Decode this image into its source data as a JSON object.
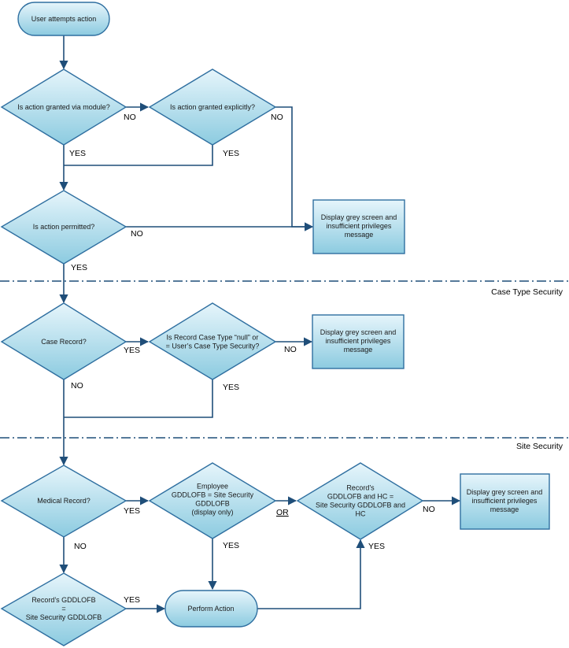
{
  "sections": {
    "case_type": "Case Type Security",
    "site": "Site Security"
  },
  "nodes": {
    "start": [
      "User attempts action"
    ],
    "granted_module": [
      "Is action granted via module?"
    ],
    "granted_explicit": [
      "Is action granted explicitly?"
    ],
    "permitted": [
      "Is action permitted?"
    ],
    "deny1": [
      "Display grey screen and",
      "insufficient privileges",
      "message"
    ],
    "case_record": [
      "Case Record?"
    ],
    "case_type_check": [
      "Is Record Case Type “null” or",
      "= User’s Case Type Security?"
    ],
    "deny2": [
      "Display grey screen and",
      "insufficient privileges",
      "message"
    ],
    "medical_record": [
      "Medical Record?"
    ],
    "employee_check": [
      "Employee",
      "GDDLOFB = Site Security",
      "GDDLOFB",
      "(display only)"
    ],
    "records_hc_check": [
      "Record’s",
      "GDDLOFB and HC =",
      "Site Security GDDLOFB and",
      "HC"
    ],
    "deny3": [
      "Display grey screen and",
      "insufficient privileges",
      "message"
    ],
    "records_gddlofb": [
      "Record’s GDDLOFB",
      "=",
      "Site Security GDDLOFB"
    ],
    "perform": [
      "Perform Action"
    ]
  },
  "edge_labels": {
    "module_no": "NO",
    "module_yes": "YES",
    "explicit_no": "NO",
    "explicit_yes": "YES",
    "permitted_no": "NO",
    "permitted_yes": "YES",
    "case_yes": "YES",
    "case_no": "NO",
    "casetype_no": "NO",
    "casetype_yes": "YES",
    "medical_yes": "YES",
    "medical_no": "NO",
    "employee_or": "OR",
    "employee_yes": "YES",
    "hc_no": "NO",
    "hc_yes": "YES",
    "gddlofb_yes": "YES"
  },
  "colors": {
    "shape_fill_top": "#e3f3fa",
    "shape_fill_bottom": "#8fcde2",
    "shape_stroke": "#2f6fa0",
    "connector": "#1f4e79"
  }
}
